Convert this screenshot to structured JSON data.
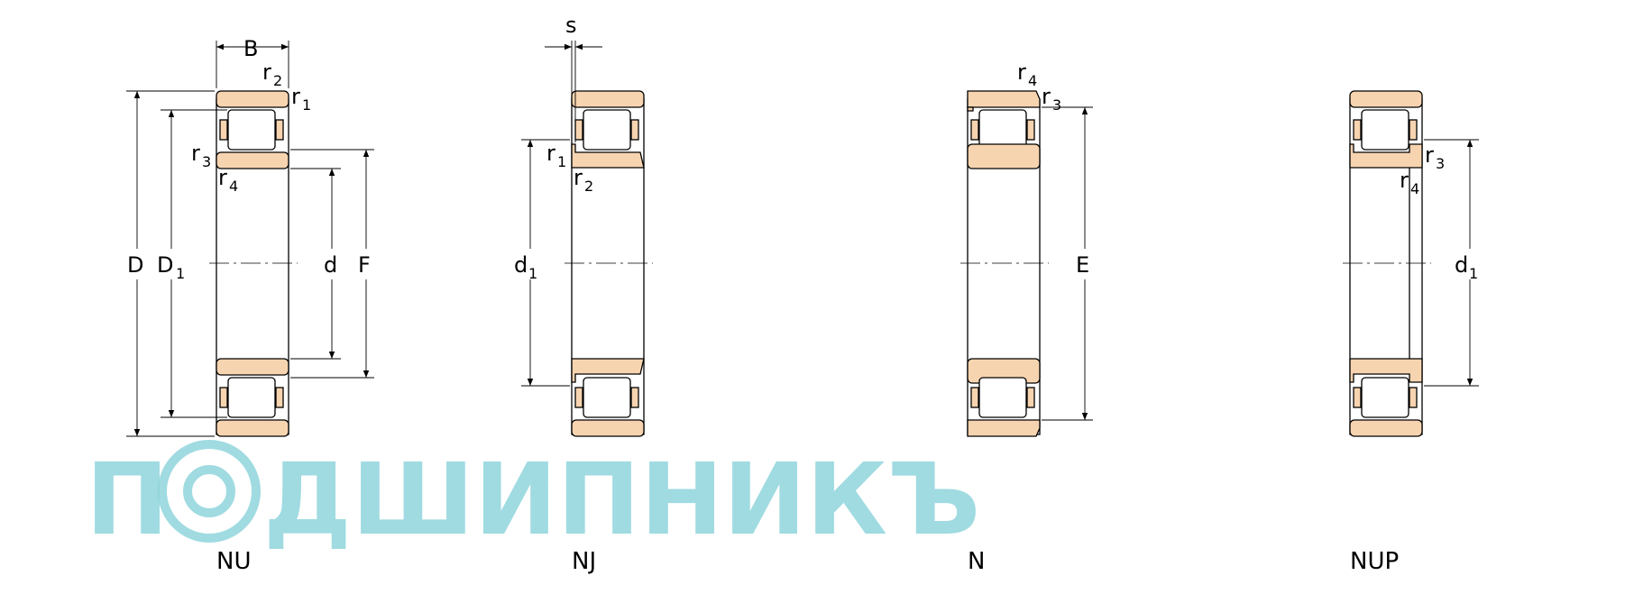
{
  "colors": {
    "ring": "#f7d4b0",
    "outline": "#000000",
    "watermark": "#8fd5dc"
  },
  "watermark": {
    "text": "ПОДШИПНИКЪ",
    "letter_1": "П",
    "rest": "ДШИПНИКЪ"
  },
  "captions": {
    "nu": "NU",
    "nj": "NJ",
    "n": "N",
    "nup": "NUP"
  },
  "labels": {
    "B": "B",
    "D": "D",
    "D1": "D",
    "d": "d",
    "F": "F",
    "s": "s",
    "d1": "d",
    "E": "E",
    "r": "r",
    "sub_1": "1",
    "sub_2": "2",
    "sub_3": "3",
    "sub_4": "4"
  }
}
